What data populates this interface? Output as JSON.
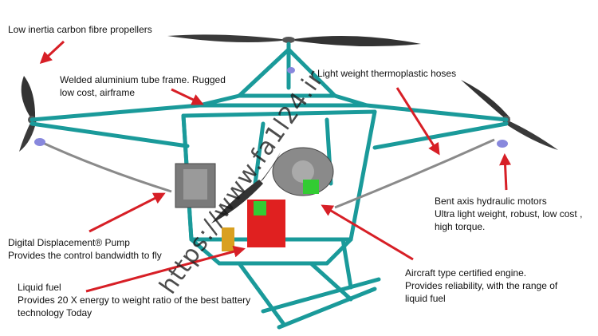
{
  "labels": {
    "propellers": "Low inertia carbon fibre propellers",
    "frame": "Welded aluminium tube frame. Rugged\nlow cost, airframe",
    "hoses": "Light weight thermoplastic hoses",
    "motors": "Bent axis hydraulic motors\nUltra light weight, robust, low cost ,\nhigh torque.",
    "pump": "Digital Displacement® Pump\nProvides the control bandwidth to fly",
    "engine": "Aircraft type certified engine.\nProvides reliability, with the range of\nliquid fuel",
    "fuel": "Liquid fuel\nProvides 20 X energy to weight ratio of the best battery\ntechnology Today"
  },
  "watermark": "https://www.fa1l24.ir",
  "colors": {
    "frame": "#1a9a9a",
    "frame_dark": "#0d6e6e",
    "arrow": "#d71f26",
    "propeller": "#333333",
    "motor": "#8888dd",
    "engine": "#9a9a9a",
    "pump": "#777777",
    "fuel_tank": "#e02020",
    "green_part": "#33cc33",
    "yellow_part": "#d9a020"
  }
}
